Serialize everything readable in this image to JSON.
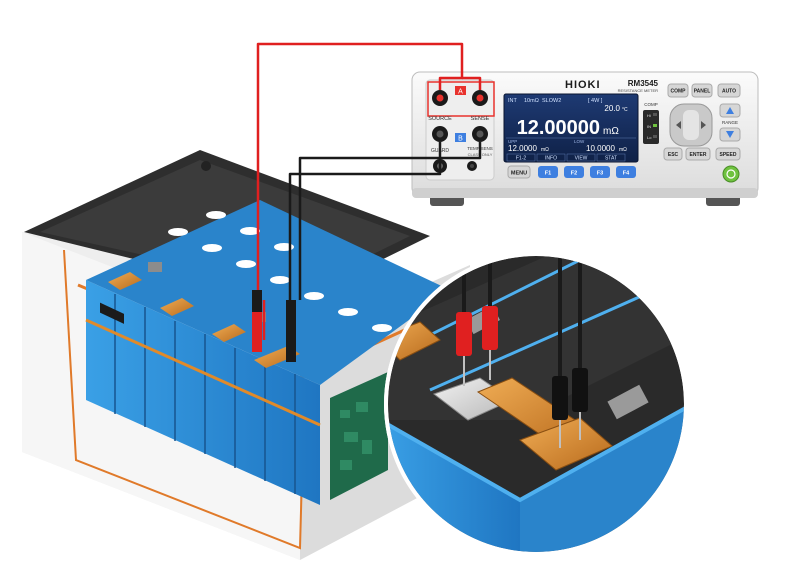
{
  "meter": {
    "brand": "HIOKI",
    "model": "RM3545",
    "subtitle": "RESISTANCE METER",
    "screen": {
      "status_items": [
        "INT",
        "10mΩ",
        "SLOW2"
      ],
      "mode_tag": "[ 4W ]",
      "temperature": "20.0",
      "temp_unit": "°C",
      "main_value": "12.00000",
      "main_unit": "mΩ",
      "upp_label": "UPP",
      "low_label": "LOW",
      "upp_value": "12.0000",
      "upp_unit": "mΩ",
      "low_value": "10.0000",
      "low_unit": "mΩ",
      "soft_keys": [
        "F1-2",
        "INFO",
        "VIEW",
        "STAT"
      ],
      "comp_label": "COMP",
      "comp_states": [
        "Hi",
        "IN",
        "Lo"
      ]
    },
    "terminals": {
      "source_label": "SOURCE",
      "sense_label": "SENSE",
      "guard_label": "GUARD",
      "temp_label": "TEMP.SENS",
      "temp_sub": "CLASS ONLY",
      "mark_a": "A",
      "mark_b": "B"
    },
    "buttons": {
      "menu": "MENU",
      "f_keys": [
        "F1",
        "F2",
        "F3",
        "F4"
      ],
      "comp": "COMP",
      "panel": "PANEL",
      "auto": "AUTO",
      "range": "RANGE",
      "esc": "ESC",
      "enter": "ENTER",
      "speed": "SPEED"
    },
    "colors": {
      "accent_red": "#e8322d",
      "key_blue": "#3e7fe0",
      "power_green": "#6fc23f",
      "screen_bg": "#152a55"
    }
  },
  "illustration": {
    "parts": [
      "battery-pack",
      "cell-modules",
      "busbars",
      "bms-circuit-board",
      "probe-leads",
      "magnified-view"
    ],
    "colors": {
      "cell_blue": "#2f8fd6",
      "busbar_copper": "#d98a2b",
      "probe_red": "#e02020",
      "probe_black": "#1a1a1a"
    }
  }
}
